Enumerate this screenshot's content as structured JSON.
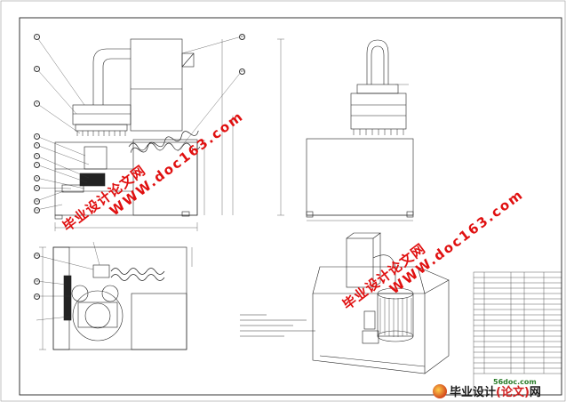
{
  "watermarks": {
    "cn_text": "毕业设计论文网",
    "url_text": "WWW.doc163.com"
  },
  "footer": {
    "site": "56doc.com",
    "brand_prefix": "毕业设计",
    "brand_paren": "(论文)",
    "brand_suffix": "网"
  },
  "balloon_labels": [
    "1",
    "2",
    "3",
    "4",
    "5",
    "6",
    "7",
    "8",
    "9",
    "10",
    "11",
    "12",
    "13",
    "14",
    "15",
    "16"
  ],
  "colors": {
    "line": "#222222",
    "dim": "#444444",
    "watermark": "#e01010",
    "border": "#333333"
  }
}
